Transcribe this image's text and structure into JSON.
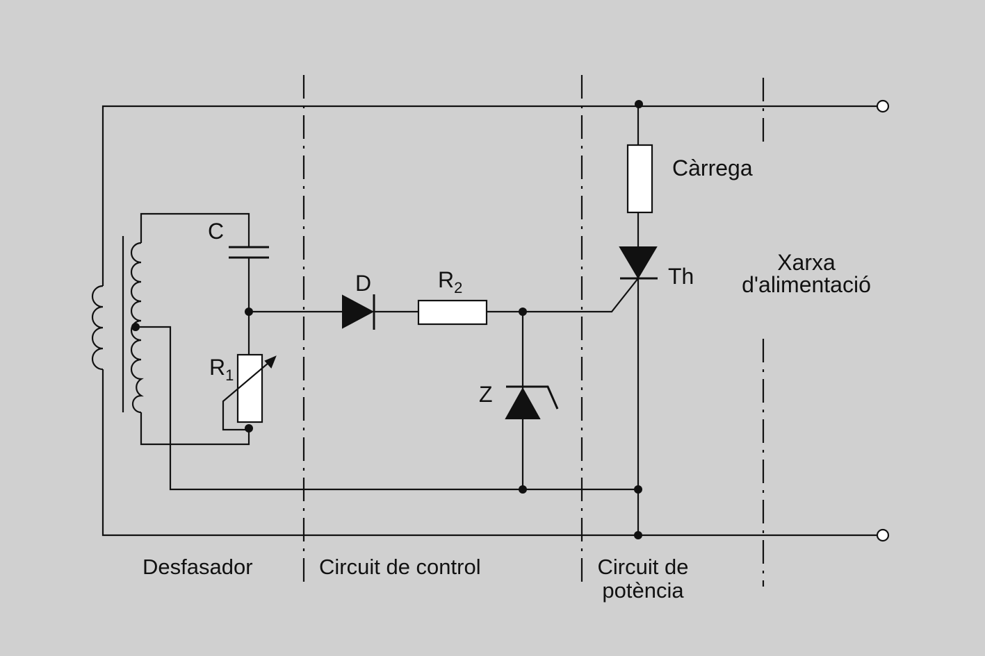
{
  "background": "#d0d0d0",
  "labels": {
    "capacitor": "C",
    "diode": "D",
    "resistor2_main": "R",
    "resistor2_sub": "2",
    "resistor1_main": "R",
    "resistor1_sub": "1",
    "zener": "Z",
    "thyristor": "Th",
    "load": "Càrrega",
    "grid_line1": "Xarxa",
    "grid_line2": "d'alimentació"
  },
  "sections": {
    "phase_shifter": "Desfasador",
    "control_circuit": "Circuit de control",
    "power_circuit_line1": "Circuit de",
    "power_circuit_line2": "potència"
  }
}
